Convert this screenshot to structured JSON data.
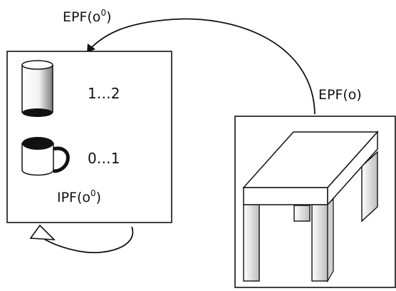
{
  "edges": {
    "epf_top": {
      "base": "EPF(o",
      "sup": "0",
      "close": ")"
    },
    "epf_right": {
      "text": "EPF(o)"
    }
  },
  "left_box": {
    "items": [
      {
        "icon": "cylinder-icon",
        "count": "1…2"
      },
      {
        "icon": "mug-icon",
        "count": "0…1"
      }
    ],
    "ipf_label": {
      "base": "IPF(o",
      "sup": "0",
      "close": ")"
    }
  },
  "right_box": {
    "icon": "table-icon"
  }
}
